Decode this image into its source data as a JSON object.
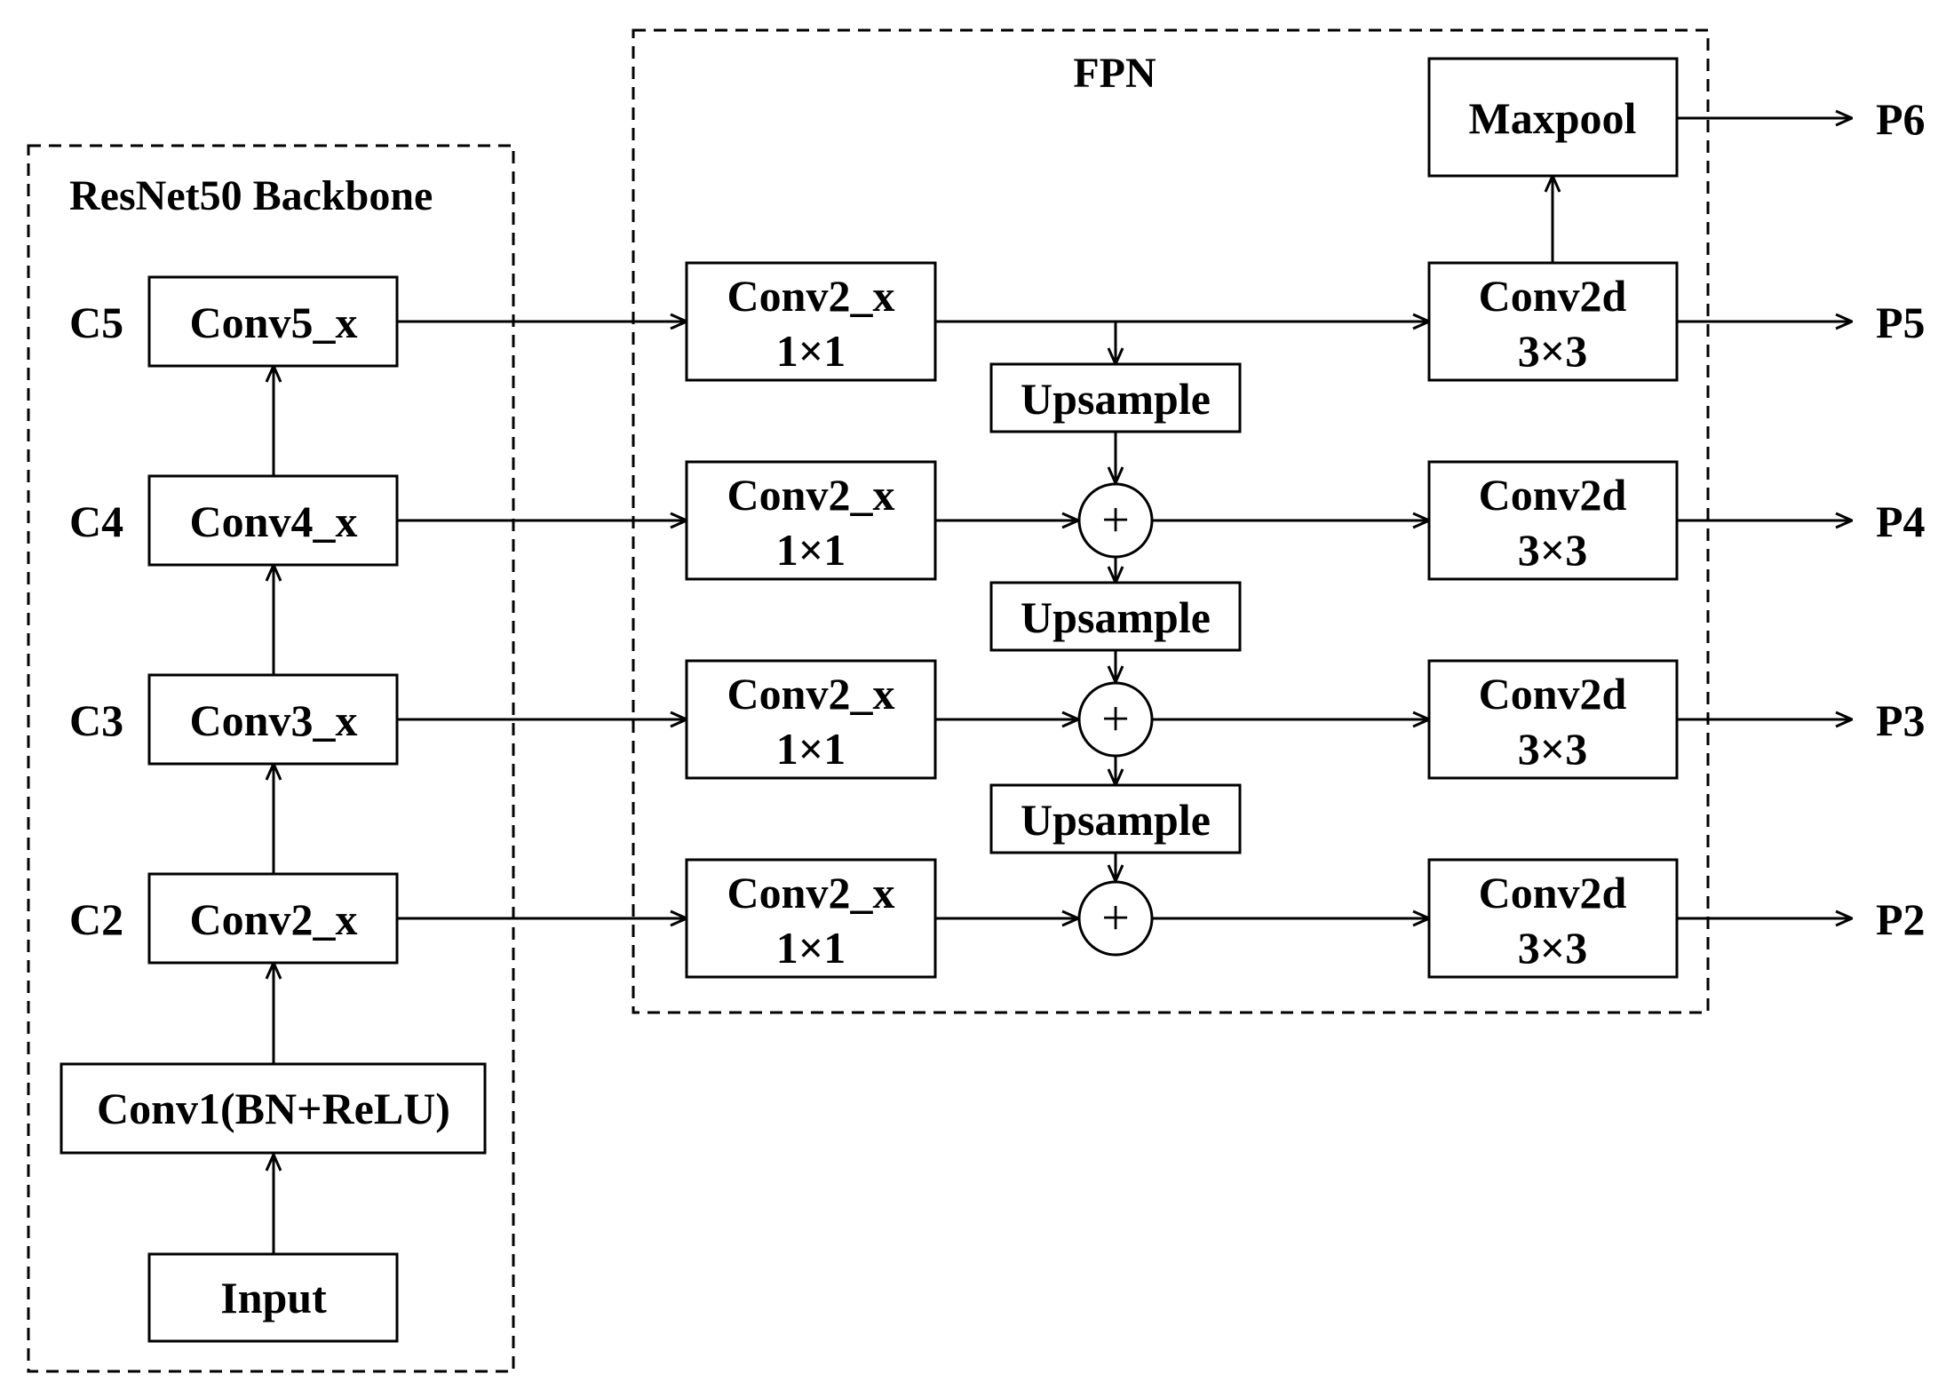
{
  "diagram": {
    "backbone": {
      "title": "ResNet50 Backbone",
      "input": "Input",
      "conv1": "Conv1(BN+ReLU)",
      "stages": [
        {
          "level": "C2",
          "label": "Conv2_x"
        },
        {
          "level": "C3",
          "label": "Conv3_x"
        },
        {
          "level": "C4",
          "label": "Conv4_x"
        },
        {
          "level": "C5",
          "label": "Conv5_x"
        }
      ]
    },
    "fpn": {
      "title": "FPN",
      "lateral": {
        "line1": "Conv2_x",
        "line2": "1×1"
      },
      "smooth": {
        "line1": "Conv2d",
        "line2": "3×3"
      },
      "upsample": "Upsample",
      "add_symbol": "+",
      "maxpool": "Maxpool"
    },
    "outputs": [
      "P6",
      "P5",
      "P4",
      "P3",
      "P2"
    ]
  }
}
